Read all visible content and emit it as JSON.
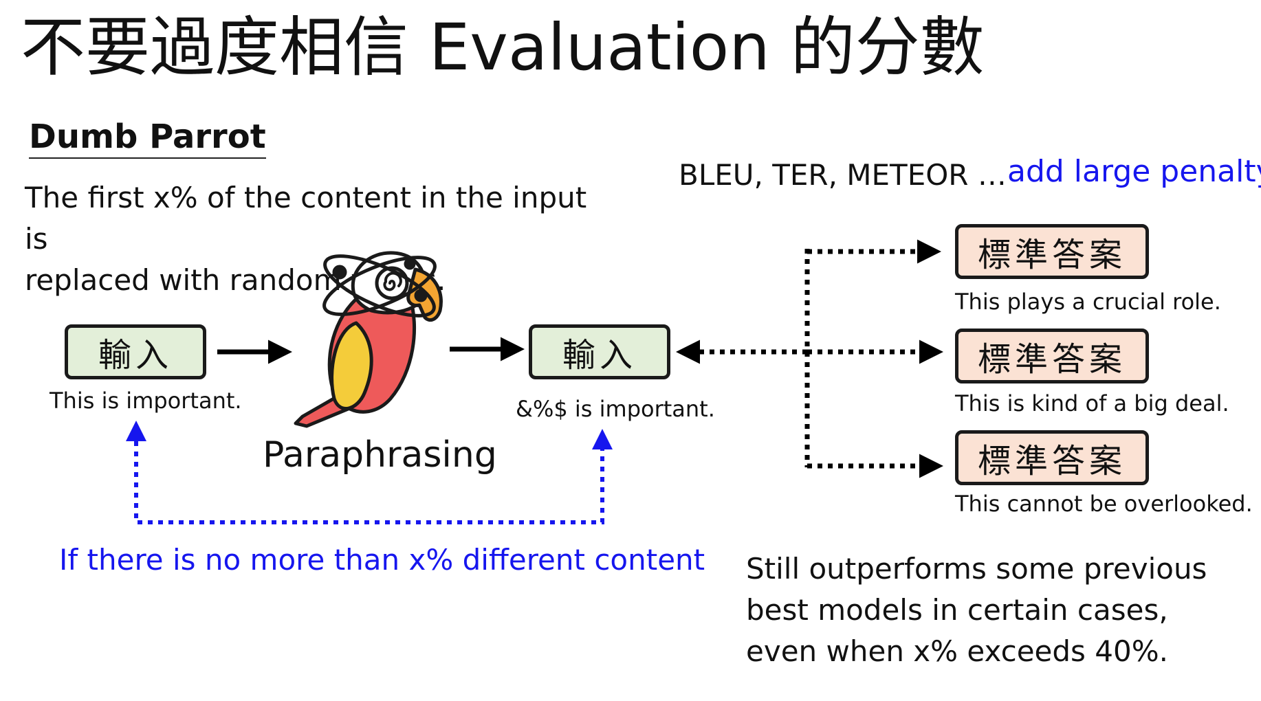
{
  "title": "不要過度相信 Evaluation 的分數",
  "section_title": "Dumb Parrot",
  "description": {
    "line1": "The first x% of the content in the input is",
    "line2": "replaced with random words."
  },
  "input_box": {
    "label": "輸入",
    "caption": "This is important."
  },
  "parrot": {
    "caption": "Paraphrasing",
    "icon": "parrot-icon"
  },
  "output_box": {
    "label": "輸入",
    "caption": "&%$ is important."
  },
  "metrics": {
    "label": "BLEU, TER, METEOR …",
    "penalty": "add large penalty"
  },
  "references": [
    {
      "label": "標準答案",
      "caption": "This plays a crucial role."
    },
    {
      "label": "標準答案",
      "caption": "This is kind of a big deal."
    },
    {
      "label": "標準答案",
      "caption": "This cannot be overlooked."
    }
  ],
  "condition_note": "If there is no more than x% different content",
  "conclusion": {
    "line1": "Still outperforms some previous",
    "line2": "best models in certain cases,",
    "line3": "even when x% exceeds 40%."
  },
  "colors": {
    "accent_blue": "#1616ee",
    "input_box_fill": "#e3efd9",
    "reference_box_fill": "#fbe2d4",
    "parrot_red": "#ee5a5a",
    "parrot_yellow": "#f4cc3a",
    "parrot_orange": "#f3a532"
  }
}
